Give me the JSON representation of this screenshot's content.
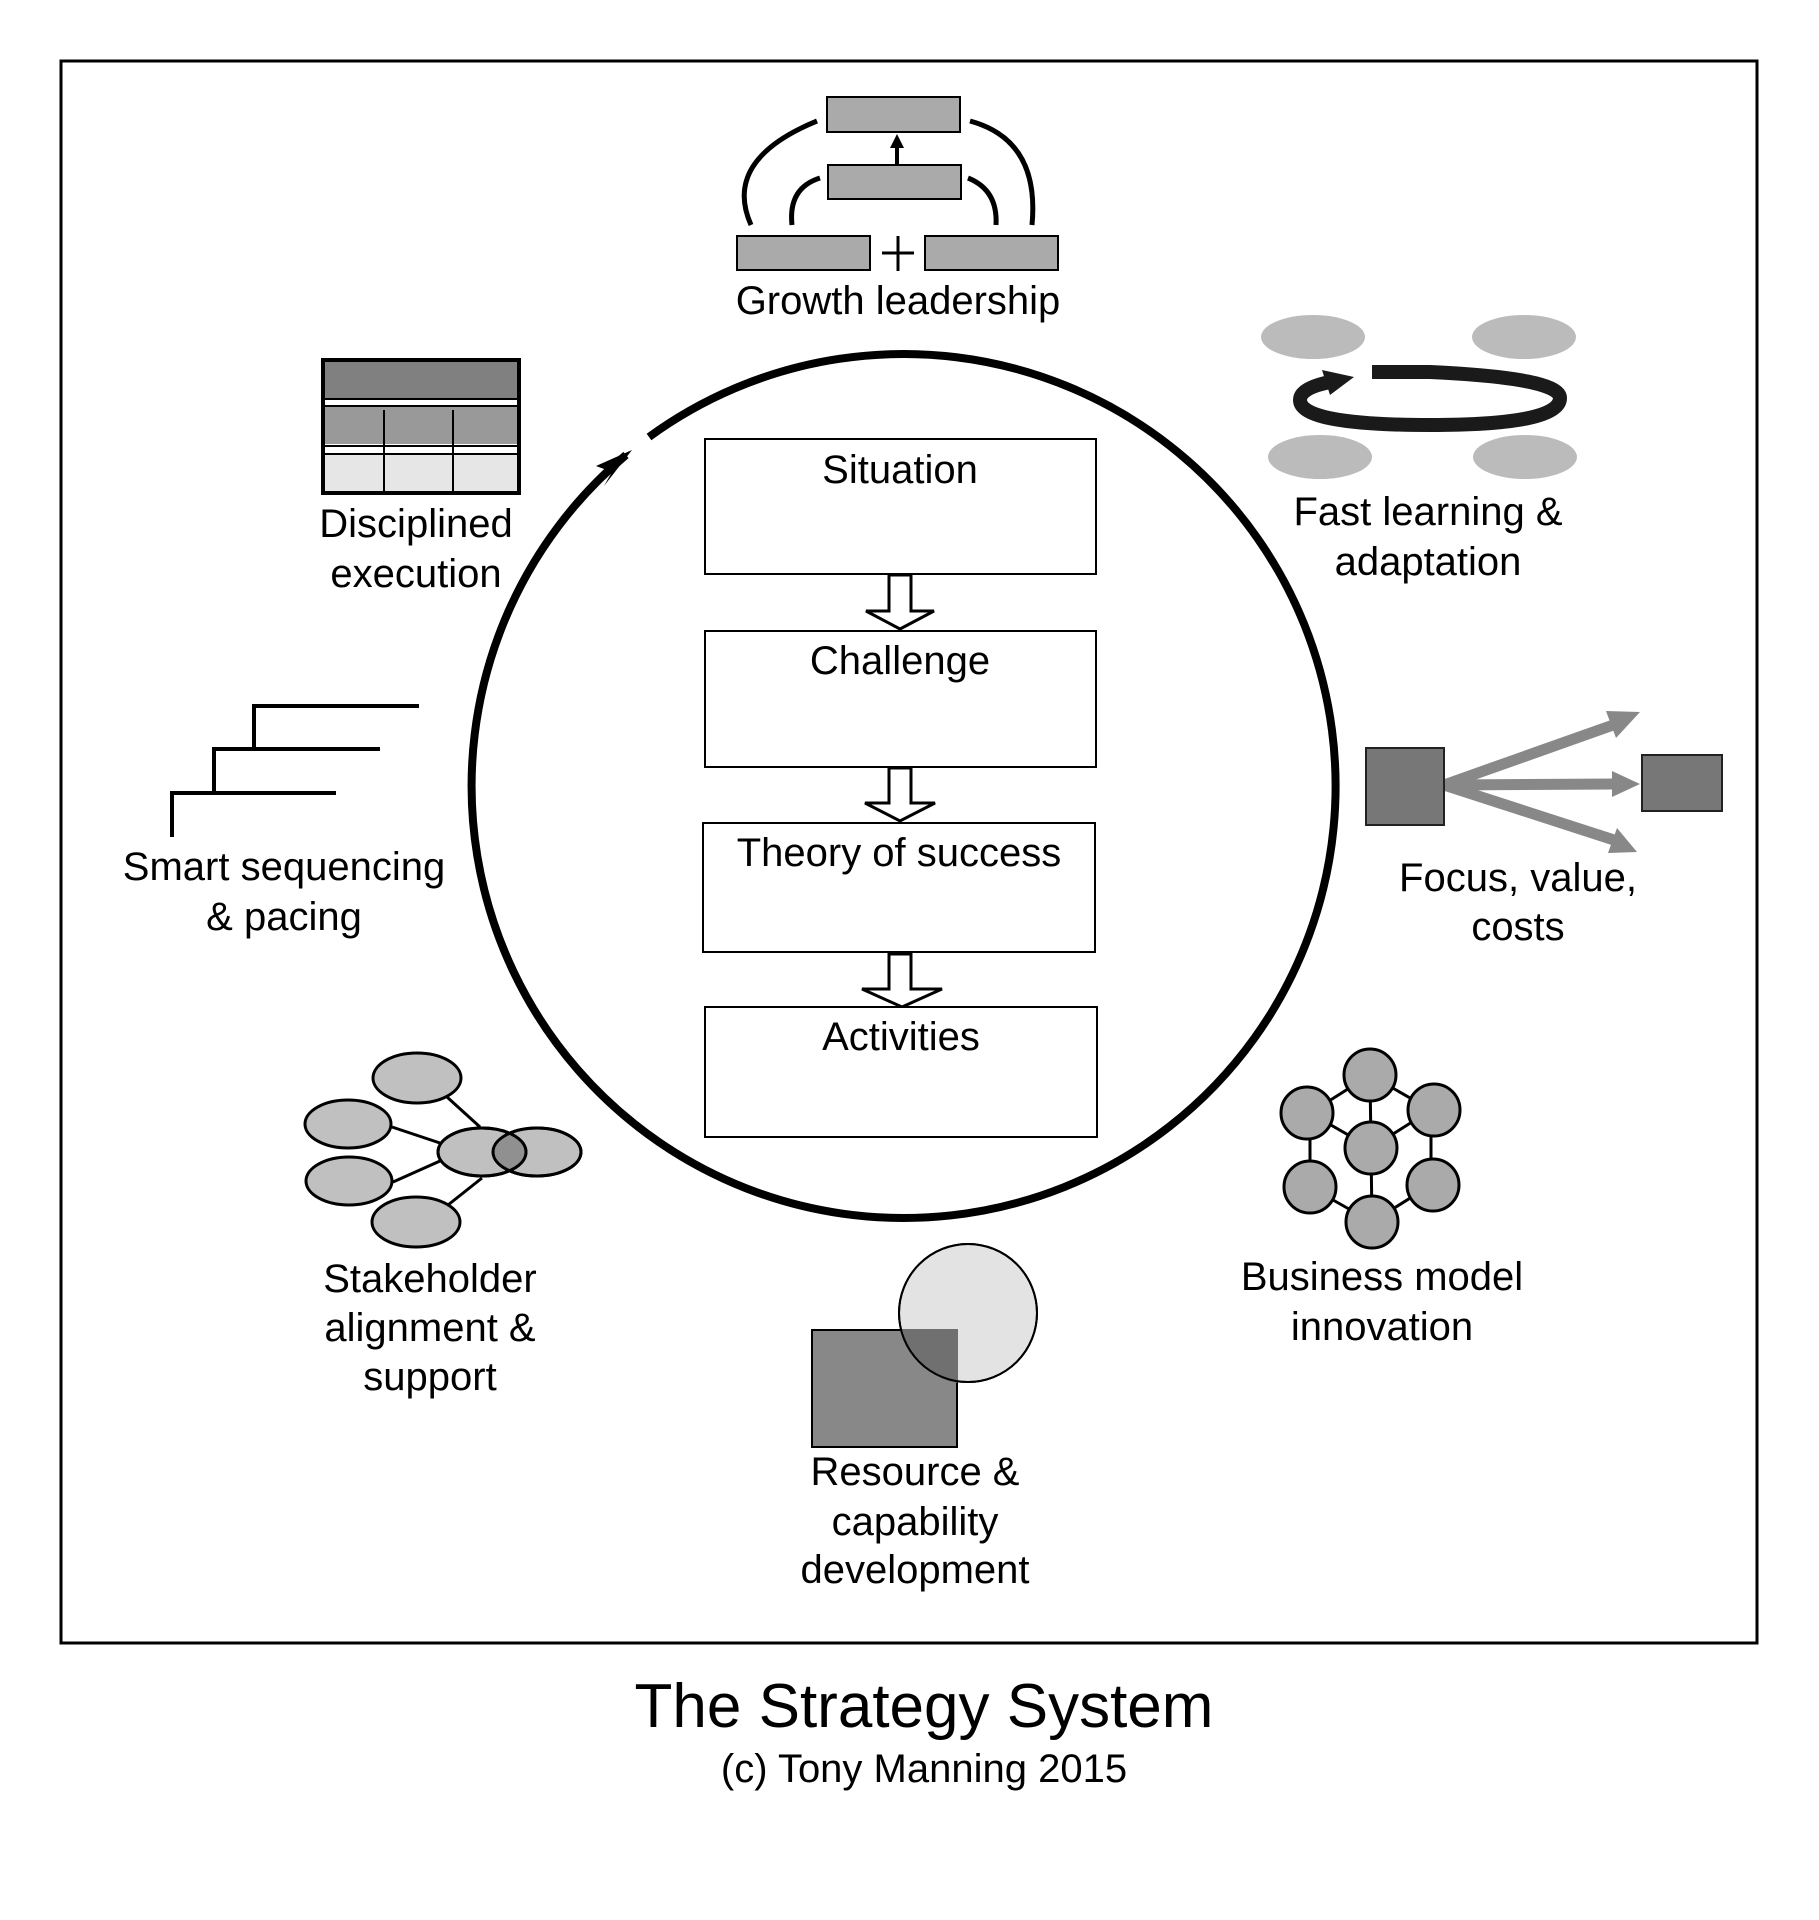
{
  "diagram": {
    "title": "The Strategy System",
    "copyright": "(c) Tony Manning 2015",
    "flow_steps": [
      {
        "label": "Situation"
      },
      {
        "label": "Challenge"
      },
      {
        "label": "Theory of success"
      },
      {
        "label": "Activities"
      }
    ],
    "cycle": {
      "direction": "clockwise",
      "elements": [
        {
          "id": "growth-leadership",
          "lines": [
            "Growth leadership"
          ],
          "icon": "hierarchy-combine-icon"
        },
        {
          "id": "fast-learning",
          "lines": [
            "Fast learning &",
            "adaptation"
          ],
          "icon": "cycle-loop-icon"
        },
        {
          "id": "focus-value-costs",
          "lines": [
            "Focus, value,",
            "costs"
          ],
          "icon": "focus-arrows-icon"
        },
        {
          "id": "business-model",
          "lines": [
            "Business model",
            "innovation"
          ],
          "icon": "network-hexagon-icon"
        },
        {
          "id": "resource-capability",
          "lines": [
            "Resource &",
            "capability",
            "development"
          ],
          "icon": "square-circle-overlap-icon"
        },
        {
          "id": "stakeholder-alignment",
          "lines": [
            "Stakeholder",
            "alignment &",
            "support"
          ],
          "icon": "stakeholder-network-icon"
        },
        {
          "id": "smart-sequencing",
          "lines": [
            "Smart sequencing",
            "& pacing"
          ],
          "icon": "stairs-steps-icon"
        },
        {
          "id": "disciplined-execution",
          "lines": [
            "Disciplined",
            "execution"
          ],
          "icon": "table-grid-icon"
        }
      ]
    },
    "colors": {
      "stroke": "#000000",
      "fill_light": "#c0c0c0",
      "fill_mid": "#aaaaaa",
      "fill_dark": "#808080",
      "fill_pale": "#e6e6e6",
      "arrow_gray": "#888888"
    }
  }
}
